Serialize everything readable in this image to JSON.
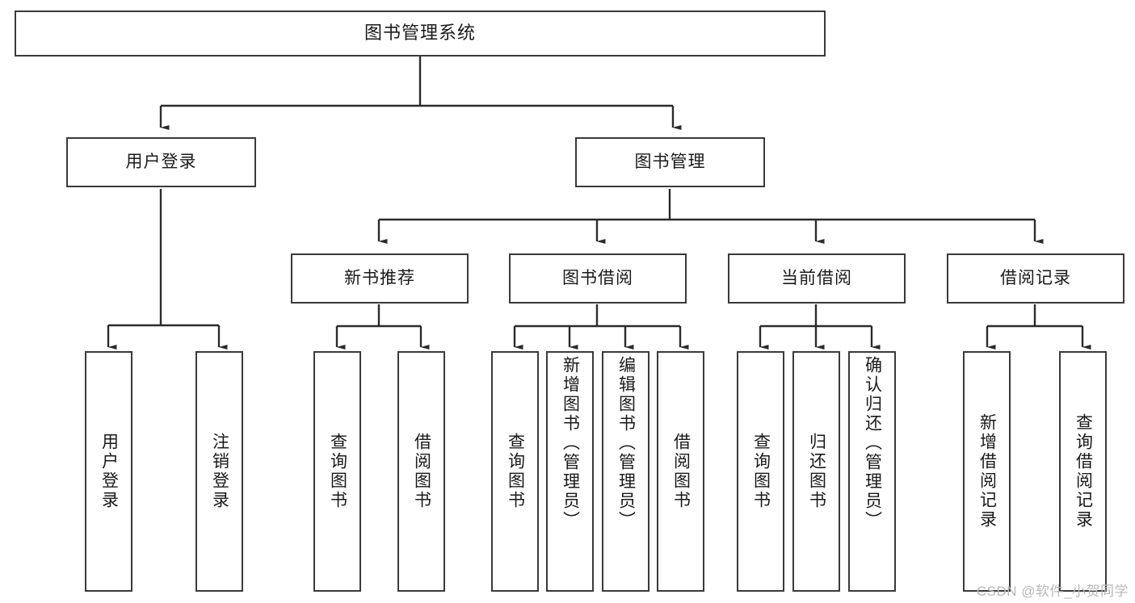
{
  "diagram": {
    "title": "图书管理系统",
    "type": "tree-hierarchy-diagram",
    "root": {
      "label": "图书管理系统"
    },
    "level2": [
      {
        "label": "用户登录"
      },
      {
        "label": "图书管理"
      }
    ],
    "level3": [
      {
        "label": "新书推荐"
      },
      {
        "label": "图书借阅"
      },
      {
        "label": "当前借阅"
      },
      {
        "label": "借阅记录"
      }
    ],
    "leaves": {
      "user_login": [
        {
          "label": "用户登录"
        },
        {
          "label": "注销登录"
        }
      ],
      "new_book_recommend": [
        {
          "label": "查询图书"
        },
        {
          "label": "借阅图书"
        }
      ],
      "book_borrow": [
        {
          "label": "查询图书"
        },
        {
          "label": "新增图书（管理员）"
        },
        {
          "label": "编辑图书（管理员）"
        },
        {
          "label": "借阅图书"
        }
      ],
      "current_borrow": [
        {
          "label": "查询图书"
        },
        {
          "label": "归还图书"
        },
        {
          "label": "确认归还（管理员）"
        }
      ],
      "borrow_record": [
        {
          "label": "新增借阅记录"
        },
        {
          "label": "查询借阅记录"
        }
      ]
    }
  },
  "watermark": {
    "text": "CSDN @软件_小贺同学"
  },
  "colors": {
    "stroke": "#3a3a3a",
    "text": "#1a1a1a",
    "background": "#ffffff",
    "watermark": "#b8b8b8"
  }
}
